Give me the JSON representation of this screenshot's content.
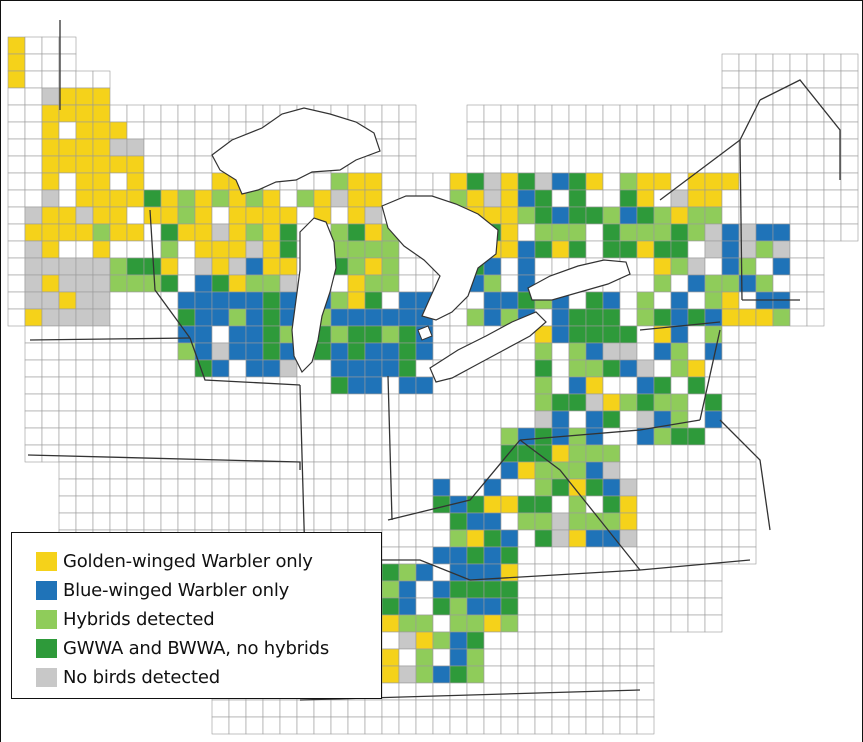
{
  "map": {
    "colors": {
      "golden": "#f5d21a",
      "blue": "#1f73b8",
      "hybrid": "#8fcc5a",
      "both": "#2e9a3a",
      "none": "#c8c8c8",
      "grid": "#9a9a9a",
      "water": "#ffffff",
      "border": "#333333"
    }
  },
  "legend": {
    "items": [
      {
        "label": "Golden-winged Warbler only",
        "color": "#f5d21a"
      },
      {
        "label": "Blue-winged Warbler only",
        "color": "#1f73b8"
      },
      {
        "label": "Hybrids detected",
        "color": "#8fcc5a"
      },
      {
        "label": "GWWA and BWWA, no hybrids",
        "color": "#2e9a3a"
      },
      {
        "label": "No birds detected",
        "color": "#c8c8c8"
      }
    ]
  }
}
